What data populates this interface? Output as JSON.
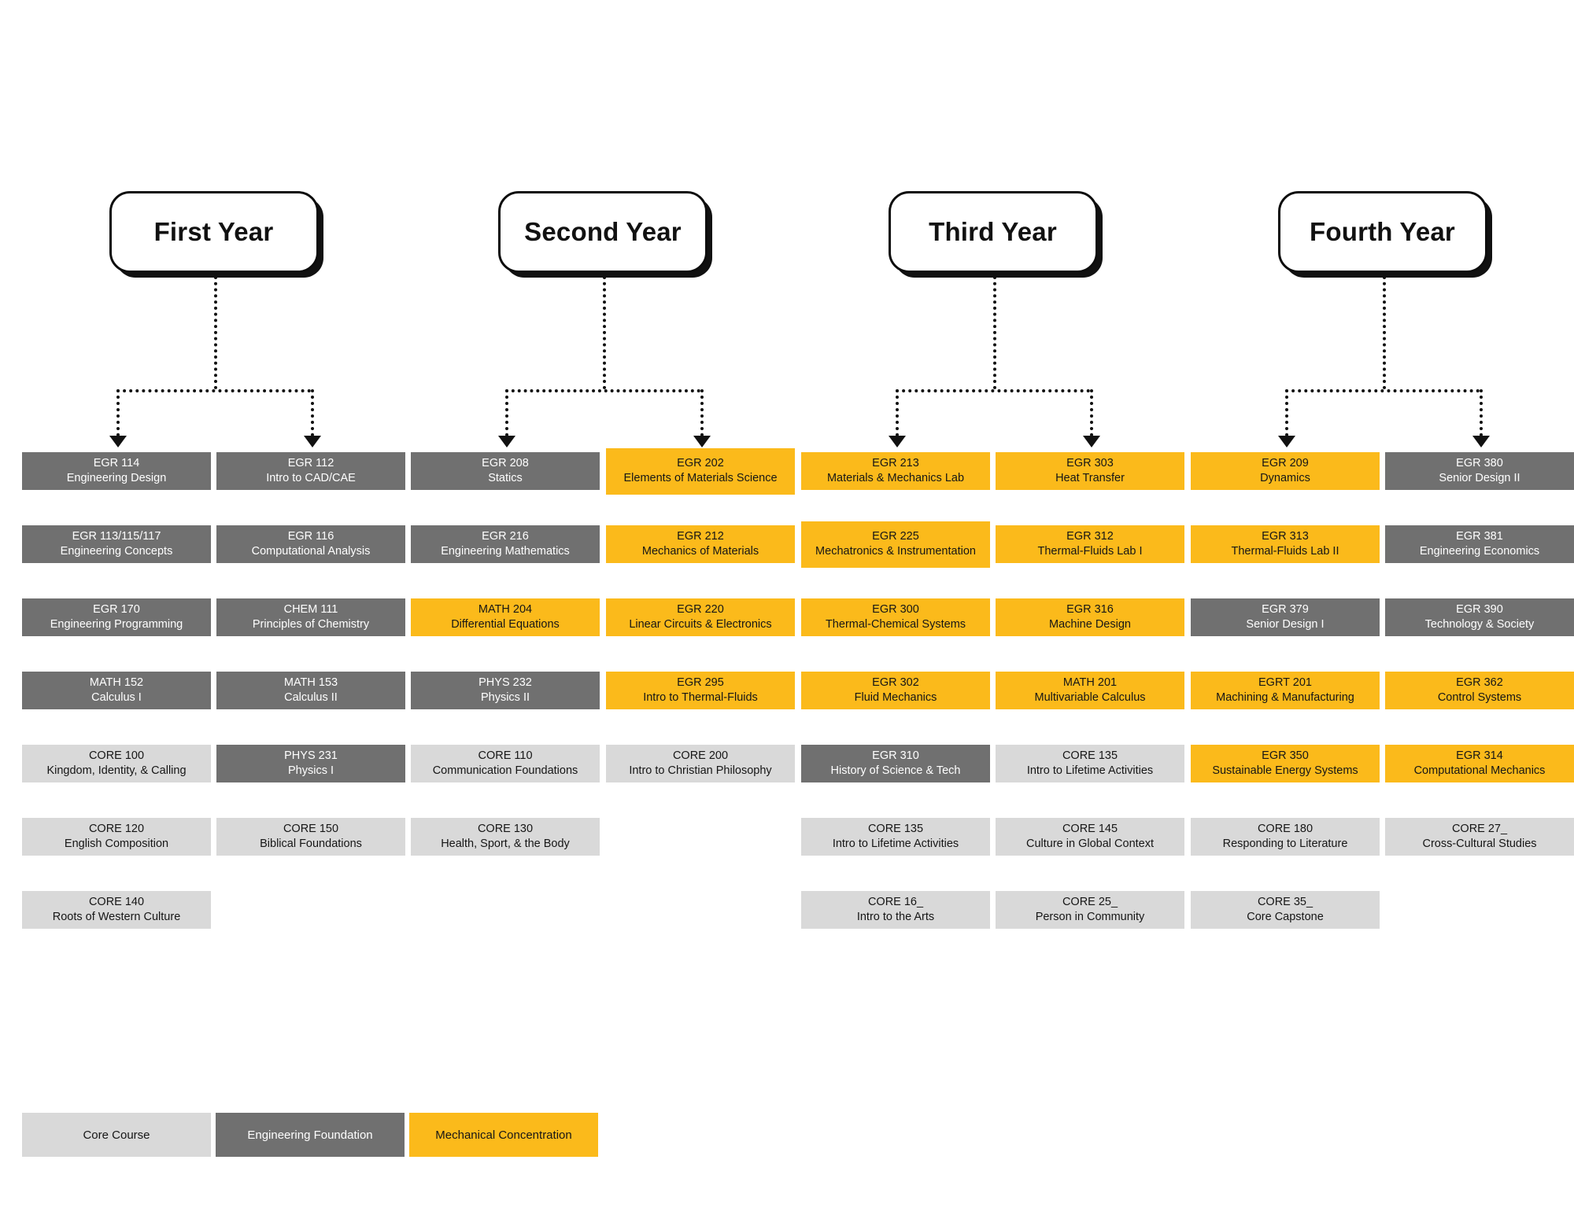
{
  "legend": {
    "items": [
      {
        "label": "Core Course",
        "type": "core",
        "color": "#d9d9d9"
      },
      {
        "label": "Engineering Foundation",
        "type": "foundation",
        "color": "#707070"
      },
      {
        "label": "Mechanical Concentration",
        "type": "concentration",
        "color": "#fbba1b"
      }
    ]
  },
  "years": [
    {
      "label": "First Year"
    },
    {
      "label": "Second Year"
    },
    {
      "label": "Third Year"
    },
    {
      "label": "Fourth Year"
    }
  ],
  "columns": [
    {
      "year": "First Year",
      "courses": [
        {
          "code": "EGR 114",
          "title": "Engineering Design",
          "type": "foundation"
        },
        {
          "code": "EGR 113/115/117",
          "title": "Engineering Concepts",
          "type": "foundation"
        },
        {
          "code": "EGR 170",
          "title": "Engineering Programming",
          "type": "foundation"
        },
        {
          "code": "MATH 152",
          "title": "Calculus I",
          "type": "foundation"
        },
        {
          "code": "CORE 100",
          "title": "Kingdom, Identity, & Calling",
          "type": "core"
        },
        {
          "code": "CORE 120",
          "title": "English Composition",
          "type": "core"
        },
        {
          "code": "CORE 140",
          "title": "Roots of Western Culture",
          "type": "core"
        }
      ]
    },
    {
      "year": "First Year",
      "courses": [
        {
          "code": "EGR 112",
          "title": "Intro to CAD/CAE",
          "type": "foundation"
        },
        {
          "code": "EGR 116",
          "title": "Computational Analysis",
          "type": "foundation"
        },
        {
          "code": "CHEM 111",
          "title": "Principles of Chemistry",
          "type": "foundation"
        },
        {
          "code": "MATH 153",
          "title": "Calculus II",
          "type": "foundation"
        },
        {
          "code": "PHYS 231",
          "title": "Physics I",
          "type": "foundation"
        },
        {
          "code": "CORE 150",
          "title": "Biblical Foundations",
          "type": "core"
        }
      ]
    },
    {
      "year": "Second Year",
      "courses": [
        {
          "code": "EGR 208",
          "title": "Statics",
          "type": "foundation"
        },
        {
          "code": "EGR 216",
          "title": "Engineering Mathematics",
          "type": "foundation"
        },
        {
          "code": "MATH 204",
          "title": "Differential Equations",
          "type": "concentration"
        },
        {
          "code": "PHYS 232",
          "title": "Physics II",
          "type": "foundation"
        },
        {
          "code": "CORE 110",
          "title": "Communication Foundations",
          "type": "core"
        },
        {
          "code": "CORE 130",
          "title": "Health, Sport, & the Body",
          "type": "core"
        }
      ]
    },
    {
      "year": "Second Year",
      "courses": [
        {
          "code": "EGR 202",
          "title": "Elements of Materials Science",
          "type": "concentration",
          "lines": 3
        },
        {
          "code": "EGR 212",
          "title": "Mechanics of Materials",
          "type": "concentration"
        },
        {
          "code": "EGR 220",
          "title": "Linear Circuits & Electronics",
          "type": "concentration"
        },
        {
          "code": "EGR 295",
          "title": "Intro to Thermal-Fluids",
          "type": "concentration"
        },
        {
          "code": "CORE 200",
          "title": "Intro to Christian Philosophy",
          "type": "core"
        }
      ]
    },
    {
      "year": "Third Year",
      "courses": [
        {
          "code": "EGR 213",
          "title": "Materials & Mechanics Lab",
          "type": "concentration"
        },
        {
          "code": "EGR 225",
          "title": "Mechatronics & Instrumentation",
          "type": "concentration",
          "lines": 3
        },
        {
          "code": "EGR 300",
          "title": "Thermal-Chemical Systems",
          "type": "concentration"
        },
        {
          "code": "EGR 302",
          "title": "Fluid Mechanics",
          "type": "concentration"
        },
        {
          "code": "EGR 310",
          "title": "History of Science & Tech",
          "type": "foundation"
        },
        {
          "code": "CORE 135",
          "title": "Intro to Lifetime Activities",
          "type": "core"
        },
        {
          "code": "CORE 16_",
          "title": "Intro to the Arts",
          "type": "core"
        }
      ]
    },
    {
      "year": "Third Year",
      "courses": [
        {
          "code": "EGR 303",
          "title": "Heat Transfer",
          "type": "concentration"
        },
        {
          "code": "EGR 312",
          "title": "Thermal-Fluids Lab I",
          "type": "concentration"
        },
        {
          "code": "EGR 316",
          "title": "Machine Design",
          "type": "concentration"
        },
        {
          "code": "MATH 201",
          "title": "Multivariable Calculus",
          "type": "concentration"
        },
        {
          "code": "CORE 135",
          "title": "Intro to Lifetime Activities",
          "type": "core"
        },
        {
          "code": "CORE 145",
          "title": "Culture in Global Context",
          "type": "core"
        },
        {
          "code": "CORE 25_",
          "title": "Person in Community",
          "type": "core"
        }
      ]
    },
    {
      "year": "Fourth Year",
      "courses": [
        {
          "code": "EGR 209",
          "title": "Dynamics",
          "type": "concentration"
        },
        {
          "code": "EGR 313",
          "title": "Thermal-Fluids Lab II",
          "type": "concentration"
        },
        {
          "code": "EGR 379",
          "title": "Senior Design I",
          "type": "foundation"
        },
        {
          "code": "EGRT 201",
          "title": "Machining & Manufacturing",
          "type": "concentration"
        },
        {
          "code": "EGR 350",
          "title": "Sustainable Energy Systems",
          "type": "concentration"
        },
        {
          "code": "CORE 180",
          "title": "Responding to Literature",
          "type": "core"
        },
        {
          "code": "CORE 35_",
          "title": "Core Capstone",
          "type": "core"
        }
      ]
    },
    {
      "year": "Fourth Year",
      "courses": [
        {
          "code": "EGR 380",
          "title": "Senior Design II",
          "type": "foundation"
        },
        {
          "code": "EGR 381",
          "title": "Engineering Economics",
          "type": "foundation"
        },
        {
          "code": "EGR 390",
          "title": "Technology & Society",
          "type": "foundation"
        },
        {
          "code": "EGR 362",
          "title": "Control Systems",
          "type": "concentration"
        },
        {
          "code": "EGR 314",
          "title": "Computational Mechanics",
          "type": "concentration"
        },
        {
          "code": "CORE 27_",
          "title": "Cross-Cultural Studies",
          "type": "core"
        }
      ]
    }
  ]
}
